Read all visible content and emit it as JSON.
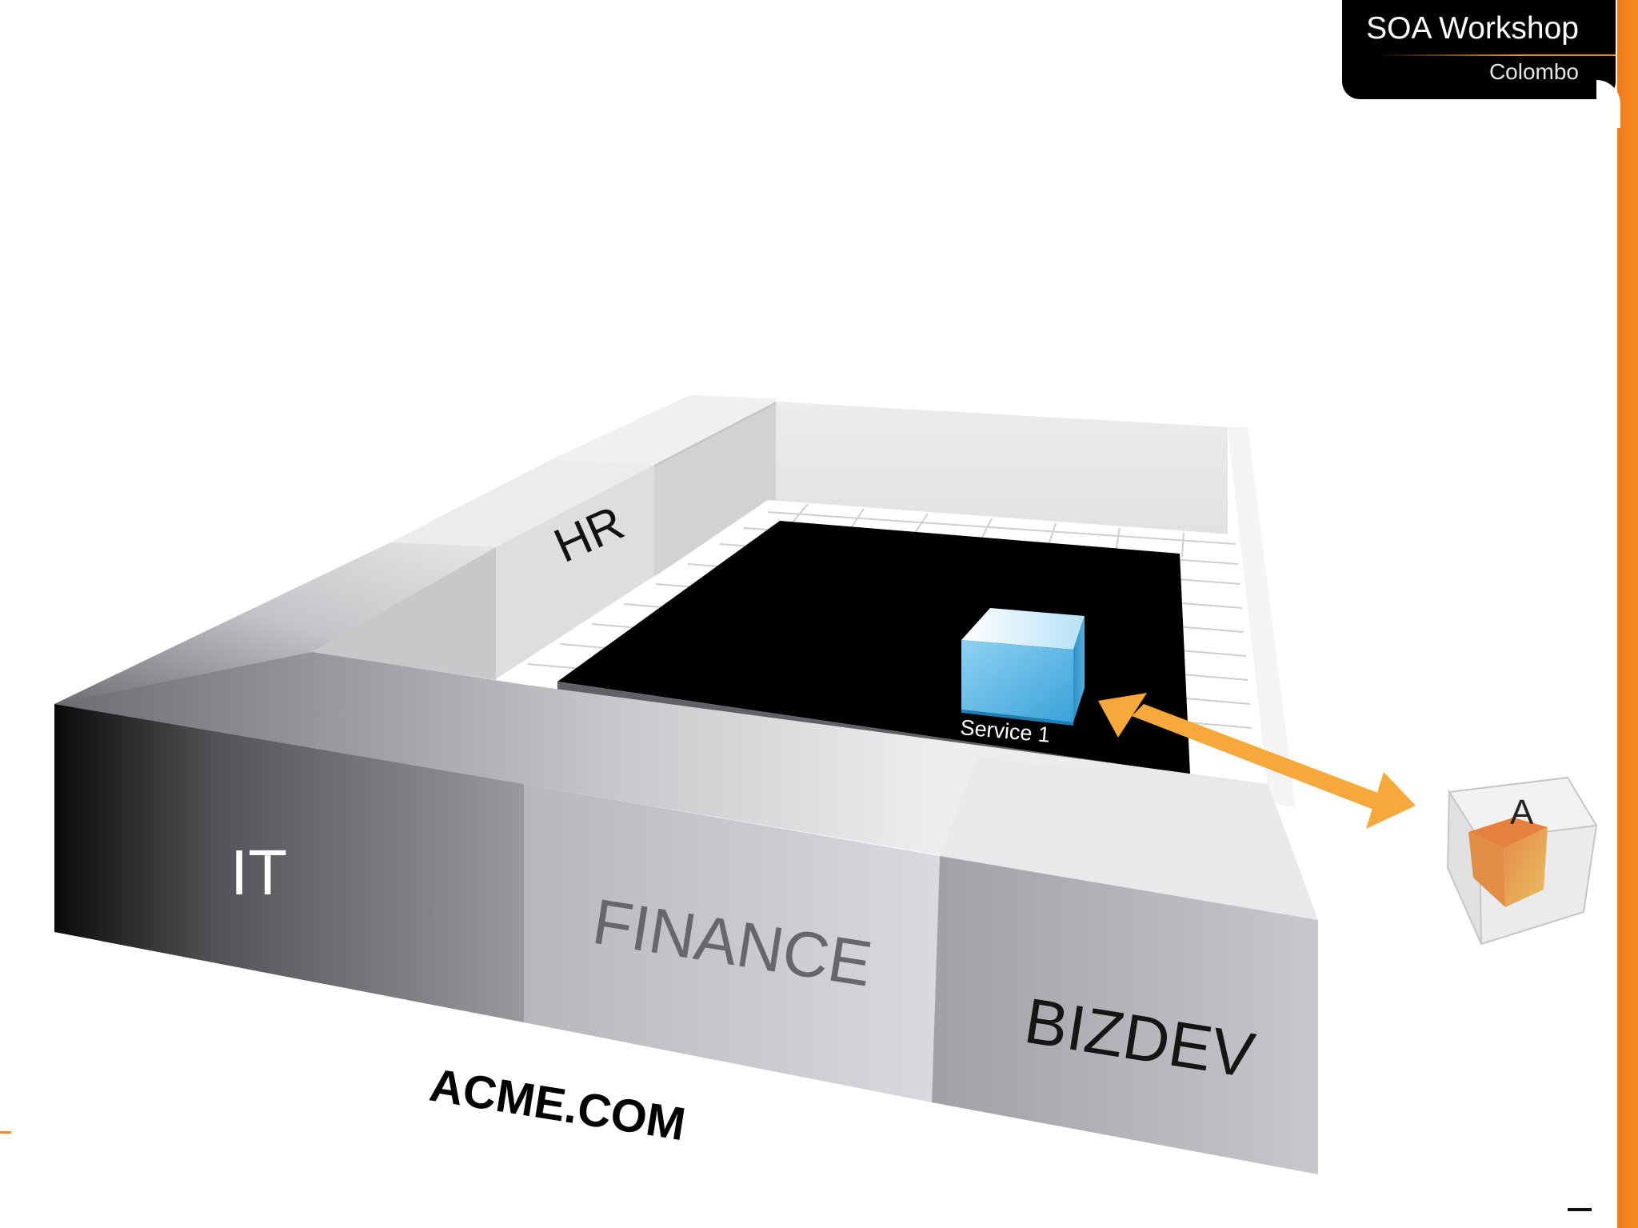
{
  "header": {
    "title": "SOA Workshop",
    "subtitle": "Colombo"
  },
  "diagram": {
    "organization_label": "ACME.COM",
    "departments": {
      "hr": "HR",
      "it": "IT",
      "finance": "FINANCE",
      "bizdev": "BIZDEV"
    },
    "service_label": "Service 1",
    "consumer_label": "A"
  },
  "colors": {
    "accent": "#f78b23",
    "arrow": "#f7a83a",
    "service_blue": "#5fb8e6",
    "consumer_orange": "#e9a040",
    "platform": "#000000"
  },
  "icons": {
    "service": "service-cube-icon",
    "consumer": "consumer-cube-icon",
    "link": "double-arrow-icon"
  }
}
